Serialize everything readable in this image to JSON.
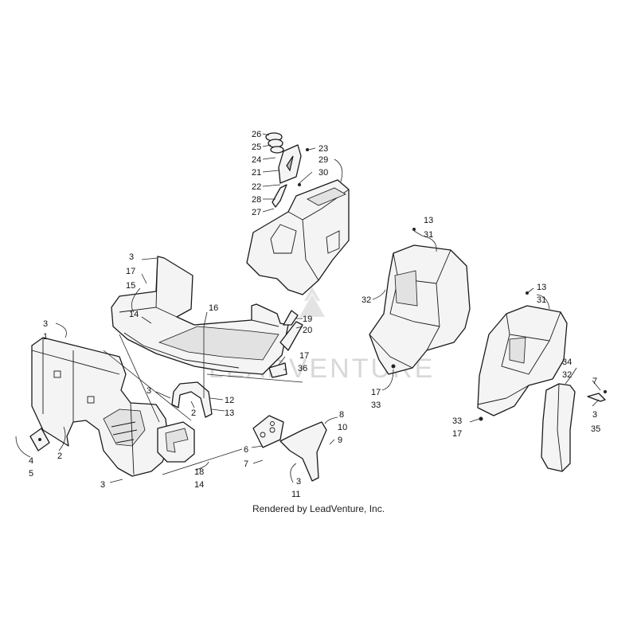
{
  "watermark": "LEADVENTURE",
  "credit": "Rendered by LeadVenture, Inc.",
  "callouts": {
    "c26": "26",
    "c25": "25",
    "c24": "24",
    "c21": "21",
    "c22": "22",
    "c28": "28",
    "c27": "27",
    "c23": "23",
    "c29": "29",
    "c30": "30",
    "c13a": "13",
    "c31a": "31",
    "c32a": "32",
    "c17b": "17",
    "c33a": "33",
    "c13b": "13",
    "c31b": "31",
    "c34": "34",
    "c32b": "32",
    "c7b": "7",
    "c3e": "3",
    "c35": "35",
    "c33b": "33",
    "c17c": "17",
    "c3a": "3",
    "c17a": "17",
    "c15": "15",
    "c14a": "14",
    "c16": "16",
    "c3b": "3",
    "c1": "1",
    "c19": "19",
    "c20": "20",
    "c17d": "17",
    "c36": "36",
    "c3c": "3",
    "c12": "12",
    "c2a": "2",
    "c13c": "13",
    "c2b": "2",
    "c4": "4",
    "c5": "5",
    "c18": "18",
    "c14b": "14",
    "c3d": "3",
    "c8": "8",
    "c10": "10",
    "c9": "9",
    "c6": "6",
    "c7a": "7",
    "c3f": "3",
    "c11": "11"
  }
}
